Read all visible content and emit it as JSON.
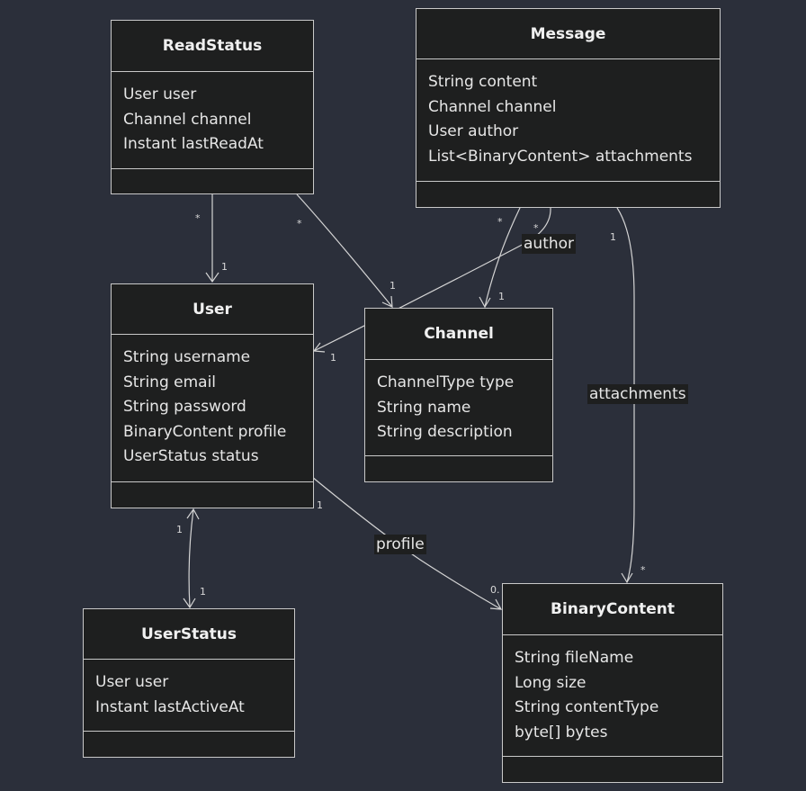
{
  "classes": {
    "readstatus": {
      "name": "ReadStatus",
      "attributes": [
        "User user",
        "Channel channel",
        "Instant lastReadAt"
      ]
    },
    "message": {
      "name": "Message",
      "attributes": [
        "String content",
        "Channel channel",
        "User author",
        "List<BinaryContent> attachments"
      ]
    },
    "user": {
      "name": "User",
      "attributes": [
        "String username",
        "String email",
        "String password",
        "BinaryContent profile",
        "UserStatus status"
      ]
    },
    "channel": {
      "name": "Channel",
      "attributes": [
        "ChannelType type",
        "String name",
        "String description"
      ]
    },
    "userstatus": {
      "name": "UserStatus",
      "attributes": [
        "User user",
        "Instant lastActiveAt"
      ]
    },
    "binarycontent": {
      "name": "BinaryContent",
      "attributes": [
        "String fileName",
        "Long size",
        "String contentType",
        "byte[] bytes"
      ]
    }
  },
  "edge_labels": {
    "author": "author",
    "attachments": "attachments",
    "profile": "profile"
  },
  "cardinalities": {
    "readstatus_user_src": "*",
    "readstatus_user_dst": "1",
    "readstatus_channel_src": "*",
    "readstatus_channel_dst": "1",
    "message_channel_src": "*",
    "message_channel_dst": "1",
    "message_user_src": "*",
    "message_user_dst": "1",
    "message_binary_src": "1",
    "message_binary_dst": "*",
    "user_binary_src": "1",
    "user_binary_dst": "0.",
    "user_userstatus_src": "1",
    "user_userstatus_dst": "1"
  }
}
